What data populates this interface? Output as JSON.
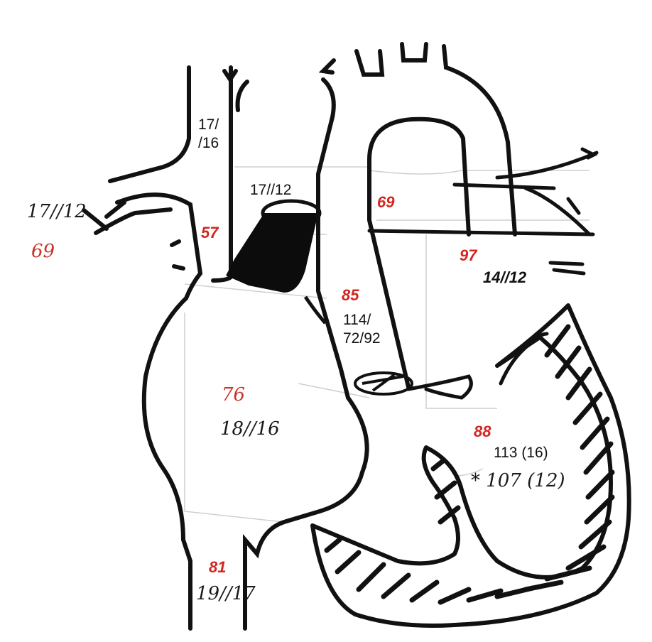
{
  "labels": {
    "svc_pressure": "17/\n/16",
    "svc_sat": "57",
    "pa_banding": "17//12",
    "rpa_pressure": "17//12",
    "rpa_sat": "69",
    "ascending_aorta_sat": "85",
    "aortic_pressure": "114/\n72/92",
    "descending_aorta_sat": "69",
    "la_sat": "97",
    "la_pressure": "14//12",
    "ra_sat": "76",
    "ra_pressure": "18//16",
    "lv_sat": "88",
    "lv_pressure": "113 (16)",
    "lv_pressure_hand": "* 107 (12)",
    "ivc_sat": "81",
    "ivc_pressure": "19//17"
  },
  "colors": {
    "ink": "#111111",
    "saturation_red": "#d4261f",
    "faint_outline": "#c8c8c8"
  }
}
